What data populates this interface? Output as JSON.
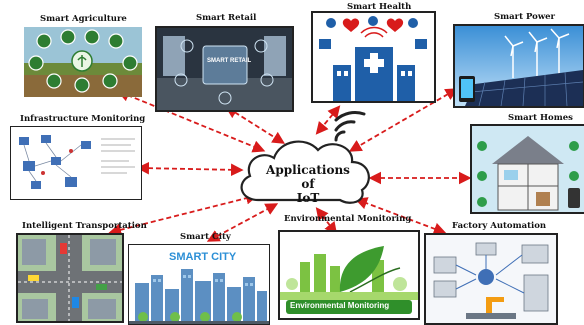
{
  "center": {
    "line1": "Applications of",
    "line2": "IoT"
  },
  "labels": {
    "agriculture": "Smart Agriculture",
    "retail": "Smart Retail",
    "health": "Smart Health",
    "power": "Smart Power",
    "infrastructure": "Infrastructure Monitoring",
    "homes": "Smart Homes",
    "transportation": "Intelligent Transportation",
    "city": "Smart City",
    "environment": "Environmental Monitoring",
    "factory": "Factory Automation"
  },
  "inner": {
    "retail_sign": "SMART RETAIL",
    "city_sign": "SMART CITY",
    "env_banner": "Environmental Monitoring"
  },
  "colors": {
    "arrow": "#d81b1b",
    "cloud_stroke": "#222222"
  }
}
